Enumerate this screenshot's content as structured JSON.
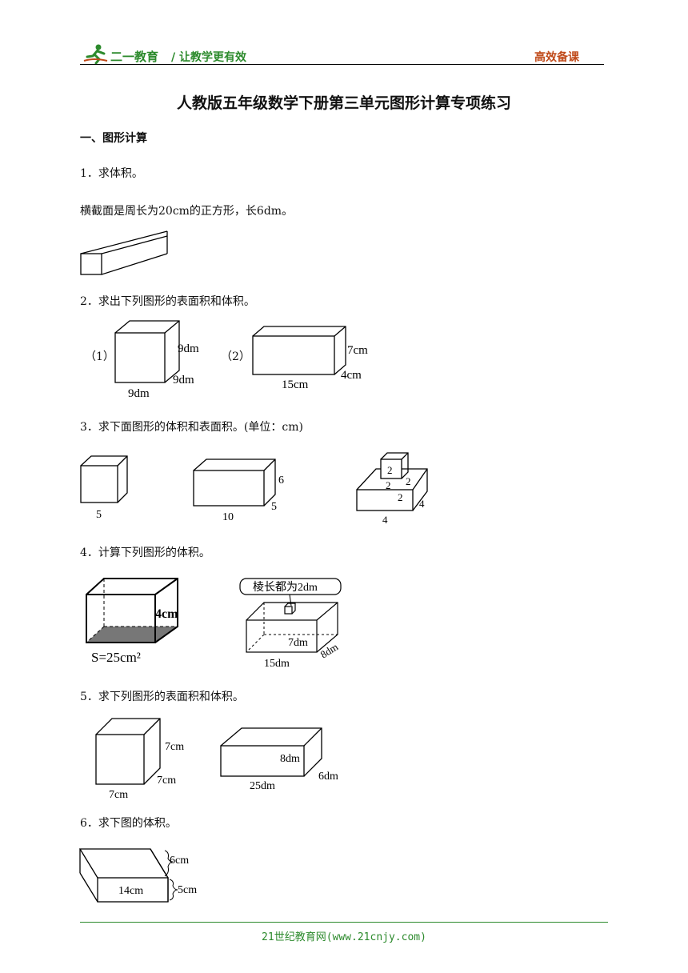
{
  "header": {
    "logo_text": "二一教育",
    "slogan": "/ 让教学更有效",
    "right_label": "高效备课"
  },
  "title": "人教版五年级数学下册第三单元图形计算专项练习",
  "section": "一、图形计算",
  "q1": {
    "prompt": "1．求体积。",
    "desc": "横截面是周长为20cm的正方形，长6dm。"
  },
  "q2": {
    "prompt": "2．求出下列图形的表面积和体积。",
    "fig1": {
      "tag": "（1）",
      "h": "9dm",
      "d": "9dm",
      "w": "9dm"
    },
    "fig2": {
      "tag": "（2）",
      "h": "7cm",
      "d": "4cm",
      "w": "15cm"
    }
  },
  "q3": {
    "prompt": "3．求下面图形的体积和表面积。(单位：cm)",
    "fig1": {
      "w": "5"
    },
    "fig2": {
      "h": "6",
      "d": "5",
      "w": "10"
    },
    "fig3": {
      "top_h": "2",
      "top_w": "2",
      "top_d": "2",
      "base_h": "2",
      "base_d": "4",
      "base_w": "4"
    }
  },
  "q4": {
    "prompt": "4．计算下列图形的体积。",
    "fig1": {
      "h": "4cm",
      "area": "S=25cm²"
    },
    "fig2": {
      "callout": "棱长都为2dm",
      "h": "7dm",
      "w": "15dm",
      "d": "8dm"
    }
  },
  "q5": {
    "prompt": "5．求下列图形的表面积和体积。",
    "fig1": {
      "h": "7cm",
      "d": "7cm",
      "w": "7cm"
    },
    "fig2": {
      "h": "8dm",
      "d": "6dm",
      "w": "25dm"
    }
  },
  "q6": {
    "prompt": "6．求下图的体积。",
    "fig": {
      "a": "6cm",
      "b": "5cm",
      "c": "14cm"
    }
  },
  "footer": "21世纪教育网(www.21cnjy.com)",
  "colors": {
    "brand_green": "#2c8a2c",
    "accent_orange": "#c04a1a"
  }
}
